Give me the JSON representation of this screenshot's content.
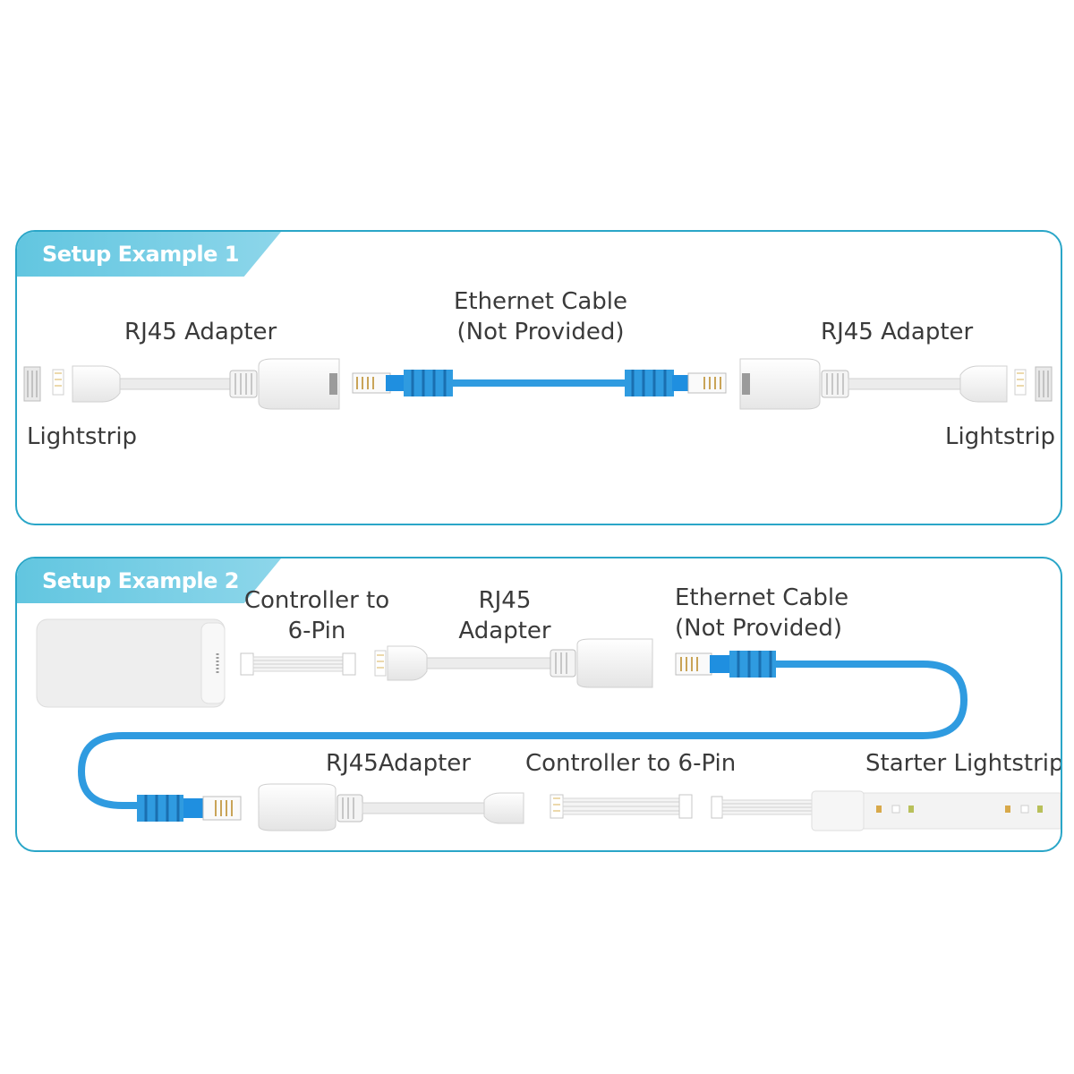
{
  "example1": {
    "title": "Setup Example 1",
    "labels": {
      "rj45_left": "RJ45 Adapter",
      "ethernet_line1": "Ethernet Cable",
      "ethernet_line2": "(Not Provided)",
      "rj45_right": "RJ45 Adapter",
      "lightstrip_left": "Lightstrip",
      "lightstrip_right": "Lightstrip"
    }
  },
  "example2": {
    "title": "Setup Example 2",
    "labels": {
      "controller_line1": "Controller to",
      "controller_line2": "6-Pin",
      "rj45_line1": "RJ45",
      "rj45_line2": "Adapter",
      "ethernet_line1": "Ethernet Cable",
      "ethernet_line2": "(Not Provided)",
      "rj45_bottom": "RJ45Adapter",
      "controller_bottom": "Controller to 6-Pin",
      "starter_lightstrip": "Starter Lightstrip"
    }
  },
  "colors": {
    "frame": "#2aa6c8",
    "tab": "#6cc9e3",
    "cable": "#2f9be0",
    "connector_blue": "#1f8fe0",
    "adapter_white": "#f2f2f2"
  }
}
